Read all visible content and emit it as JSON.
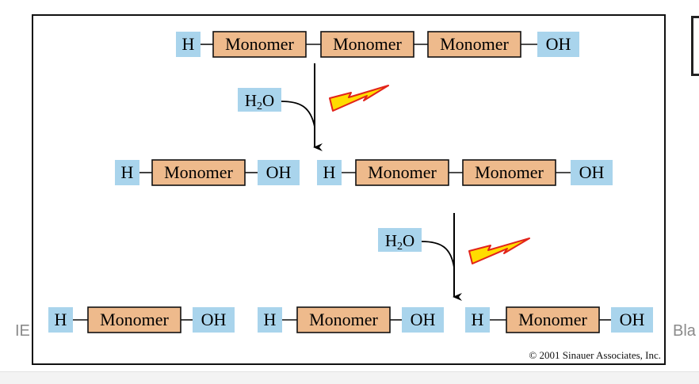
{
  "background": {
    "left_text": "IE",
    "right_text": "Bla"
  },
  "diagram": {
    "colors": {
      "hydrogen_box": "#a9d4ec",
      "monomer_box": "#eeba8c",
      "bolt_fill": "#ffdc00",
      "bolt_stroke": "#e2231a"
    },
    "labels": {
      "h": "H",
      "oh": "OH",
      "monomer": "Monomer",
      "water": "H2O"
    },
    "rows": [
      {
        "chains": [
          {
            "monomers": 3
          }
        ]
      },
      {
        "chains": [
          {
            "monomers": 1
          },
          {
            "monomers": 2
          }
        ]
      },
      {
        "chains": [
          {
            "monomers": 1
          },
          {
            "monomers": 1
          },
          {
            "monomers": 1
          }
        ]
      }
    ],
    "reactions": [
      {
        "reagent": "H2O",
        "icon": "lightning-bolt-icon"
      },
      {
        "reagent": "H2O",
        "icon": "lightning-bolt-icon"
      }
    ],
    "copyright": "© 2001 Sinauer Associates, Inc."
  }
}
